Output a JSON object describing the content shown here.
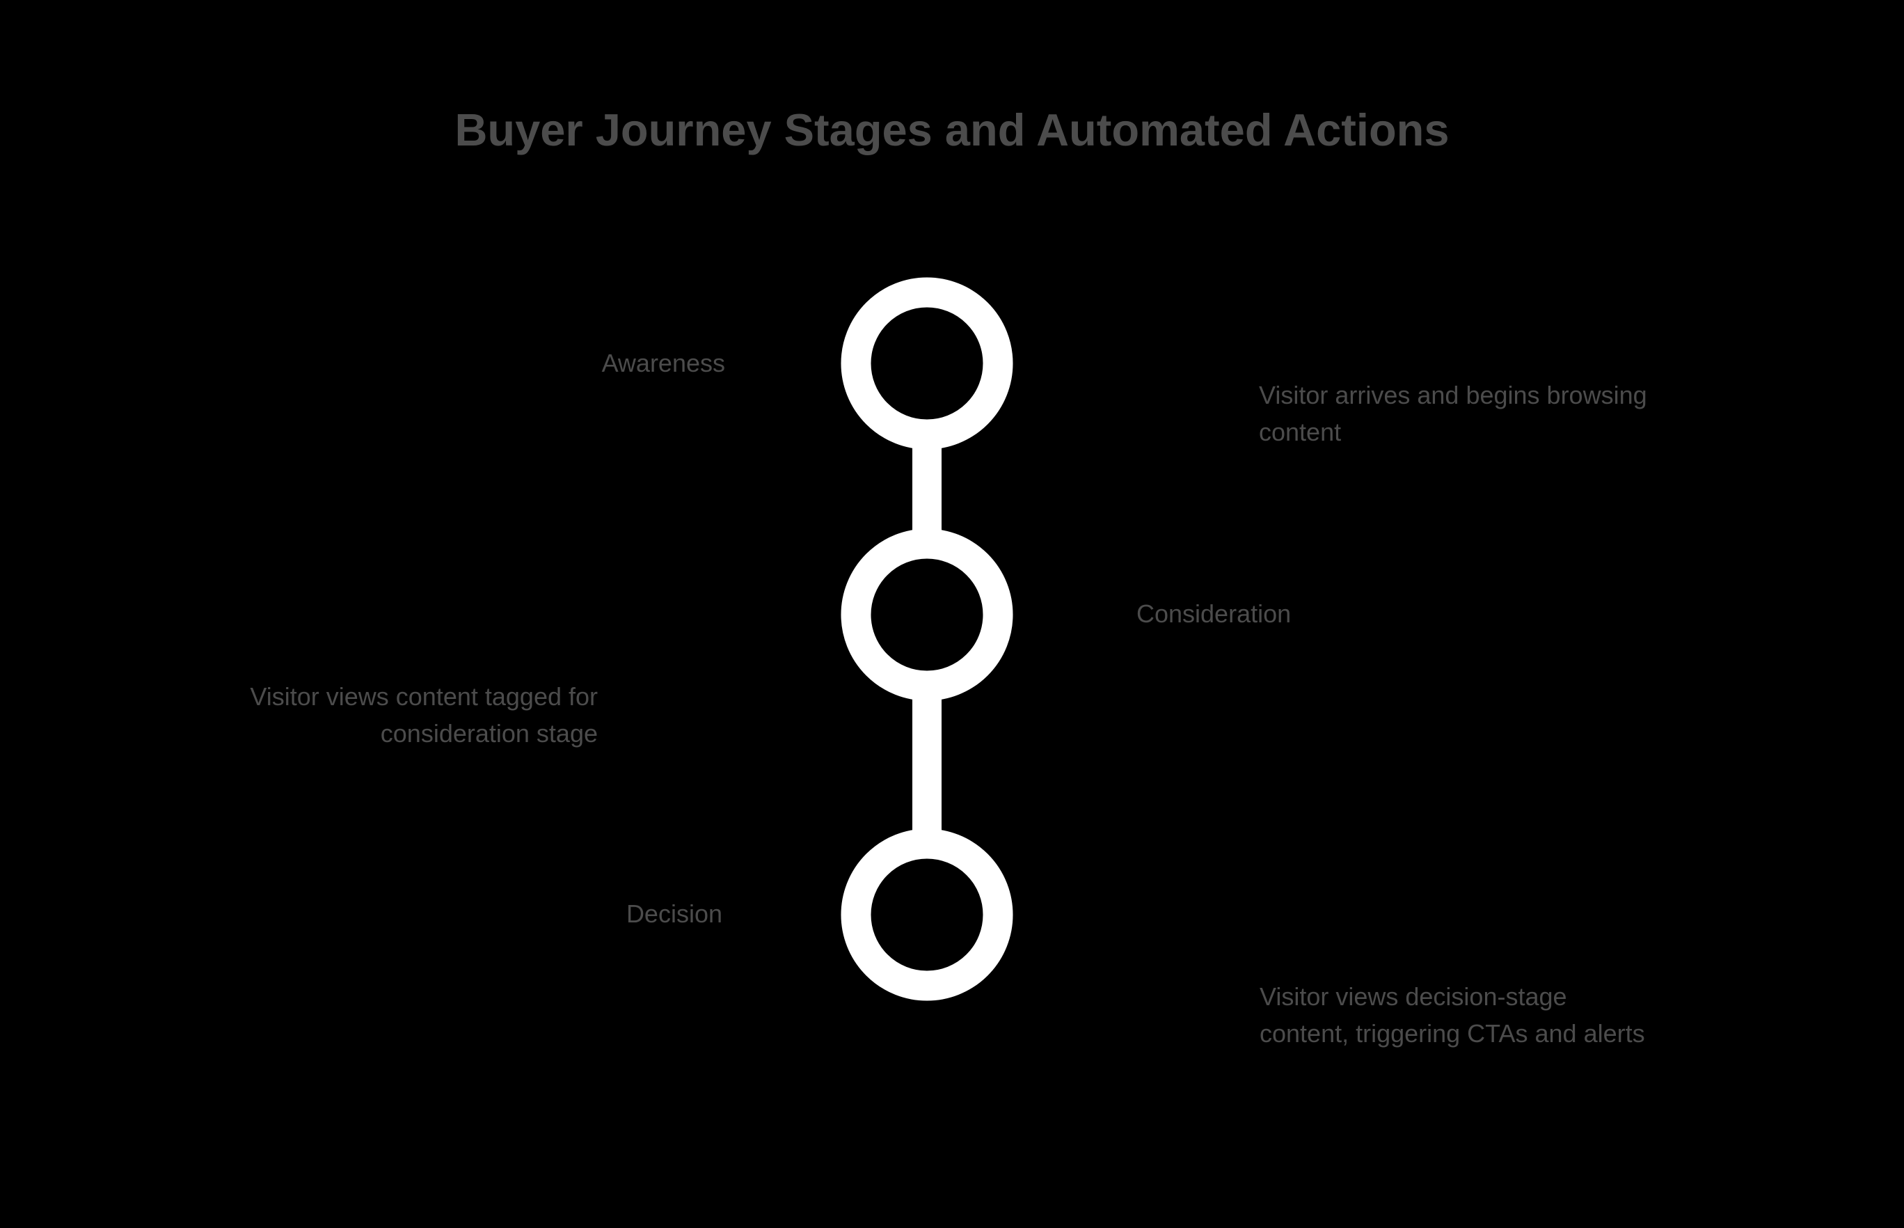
{
  "canvas": {
    "background": "#000000",
    "text_color": "#4c4c4c",
    "node_fill": "#000000",
    "node_stroke": "#ffffff"
  },
  "title": "Buyer Journey Stages and Automated Actions",
  "diagram_type": "vertical-process-pipeline",
  "stages": [
    {
      "label": "Awareness",
      "description": "Visitor arrives and begins browsing\ncontent"
    },
    {
      "label": "Consideration",
      "description": "Visitor views content tagged for\nconsideration stage"
    },
    {
      "label": "Decision",
      "description": "Visitor views decision-stage\ncontent, triggering CTAs and alerts"
    }
  ]
}
